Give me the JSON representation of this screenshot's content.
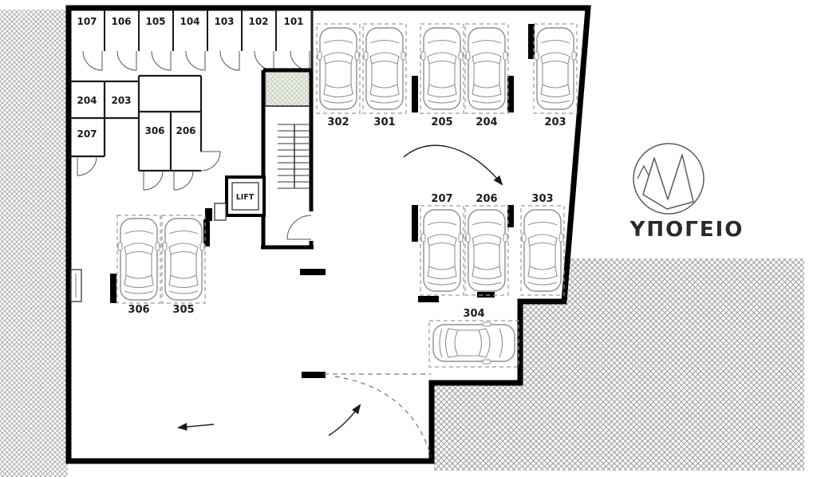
{
  "plan": {
    "title": "ΥΠΟΓΕΙΟ",
    "lift_label": "LIFT",
    "storage_rooms": [
      "107",
      "106",
      "105",
      "104",
      "103",
      "102",
      "101"
    ],
    "left_rooms": [
      "204",
      "203",
      "207",
      "306",
      "206"
    ],
    "parking_top": [
      "302",
      "301",
      "205",
      "204",
      "203"
    ],
    "parking_middle": [
      "207",
      "206",
      "303"
    ],
    "parking_left": [
      "306",
      "305"
    ],
    "parking_single": "304"
  },
  "colors": {
    "wall": "#000000",
    "hatch_line": "#9a9a9a",
    "stair_fill": "#edf0e9",
    "car_stroke": "#8f8f8f",
    "label_color": "#1a1a1a"
  }
}
